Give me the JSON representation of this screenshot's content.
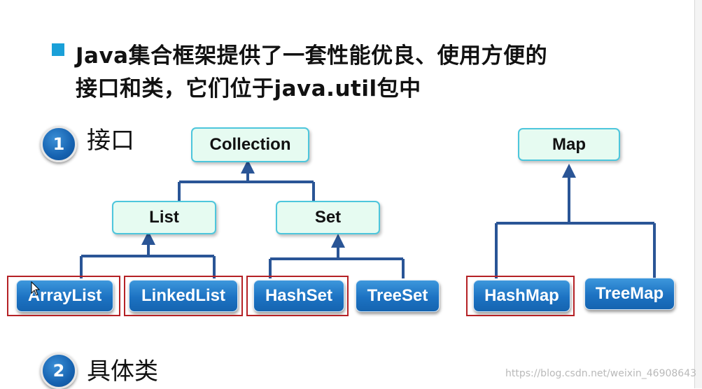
{
  "title": {
    "line1": "Java集合框架提供了一套性能优良、使用方便的",
    "line2": "接口和类，它们位于java.util包中"
  },
  "sections": [
    {
      "number": "1",
      "label": "接口"
    },
    {
      "number": "2",
      "label": "具体类"
    }
  ],
  "interfaces": {
    "collection": "Collection",
    "list": "List",
    "set": "Set",
    "map": "Map"
  },
  "classes": {
    "arraylist": "ArrayList",
    "linkedlist": "LinkedList",
    "hashset": "HashSet",
    "treeset": "TreeSet",
    "hashmap": "HashMap",
    "treemap": "TreeMap"
  },
  "colors": {
    "bullet": "#1aa0d8",
    "interface_fill": "#e6fbf1",
    "interface_border": "#4dc6dc",
    "class_fill": "#1c72c2",
    "highlight": "#b52125",
    "connector": "#2a5596"
  },
  "watermark": "https://blog.csdn.net/weixin_46908643"
}
